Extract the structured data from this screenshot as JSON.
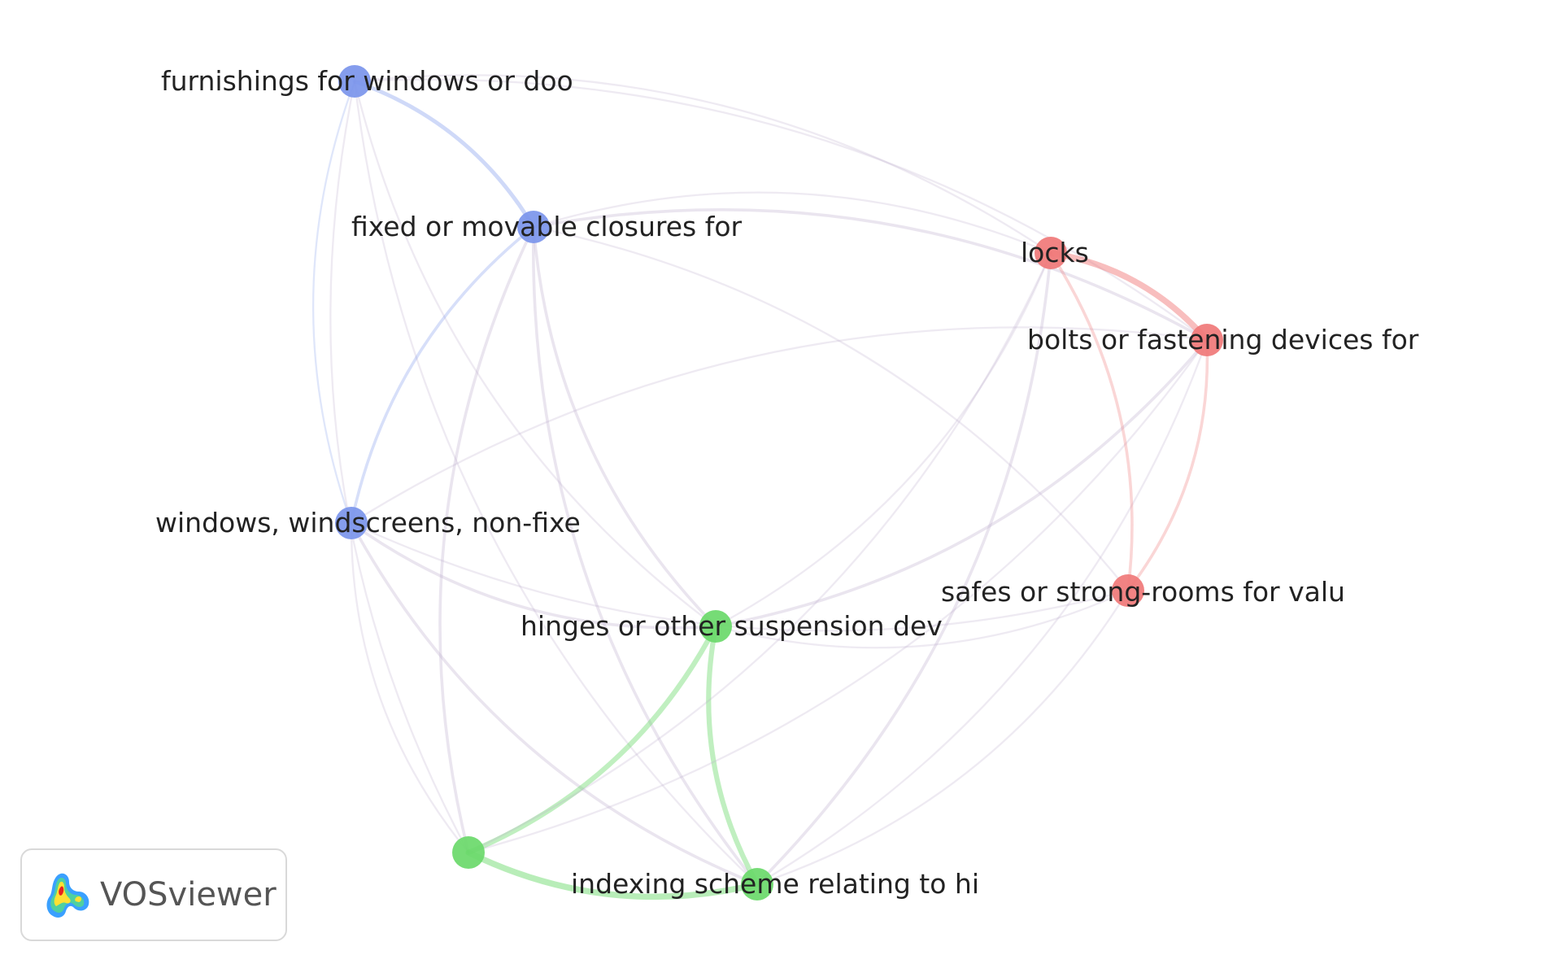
{
  "colors": {
    "blue": "#7b95ec",
    "green": "#6ad96a",
    "red": "#f07878",
    "label": "#222222"
  },
  "nodes": [
    {
      "id": "furnishings",
      "label": "furnishings for windows or doo",
      "cluster": "blue"
    },
    {
      "id": "fixed",
      "label": "fixed or movable closures for",
      "cluster": "blue"
    },
    {
      "id": "windows",
      "label": "windows, windscreens, non-fixe",
      "cluster": "blue"
    },
    {
      "id": "hinges",
      "label": "hinges or other suspension dev",
      "cluster": "green"
    },
    {
      "id": "unlabeled",
      "label": "",
      "cluster": "green"
    },
    {
      "id": "indexing",
      "label": "indexing scheme relating to hi",
      "cluster": "green"
    },
    {
      "id": "locks",
      "label": "locks",
      "cluster": "red"
    },
    {
      "id": "bolts",
      "label": "bolts or fastening devices for",
      "cluster": "red"
    },
    {
      "id": "safes",
      "label": "safes or strong-rooms for valu",
      "cluster": "red"
    }
  ],
  "links": [
    {
      "source": "furnishings",
      "target": "fixed",
      "strength": 3
    },
    {
      "source": "furnishings",
      "target": "windows",
      "strength": 1
    },
    {
      "source": "furnishings",
      "target": "hinges",
      "strength": 1
    },
    {
      "source": "furnishings",
      "target": "indexing",
      "strength": 1
    },
    {
      "source": "furnishings",
      "target": "unlabeled",
      "strength": 1
    },
    {
      "source": "furnishings",
      "target": "bolts",
      "strength": 1
    },
    {
      "source": "furnishings",
      "target": "locks",
      "strength": 1
    },
    {
      "source": "fixed",
      "target": "windows",
      "strength": 2
    },
    {
      "source": "fixed",
      "target": "hinges",
      "strength": 2
    },
    {
      "source": "fixed",
      "target": "indexing",
      "strength": 2
    },
    {
      "source": "fixed",
      "target": "unlabeled",
      "strength": 2
    },
    {
      "source": "fixed",
      "target": "locks",
      "strength": 1
    },
    {
      "source": "fixed",
      "target": "bolts",
      "strength": 2
    },
    {
      "source": "fixed",
      "target": "safes",
      "strength": 1
    },
    {
      "source": "windows",
      "target": "hinges",
      "strength": 2
    },
    {
      "source": "windows",
      "target": "indexing",
      "strength": 2
    },
    {
      "source": "windows",
      "target": "unlabeled",
      "strength": 1
    },
    {
      "source": "windows",
      "target": "bolts",
      "strength": 1
    },
    {
      "source": "windows",
      "target": "safes",
      "strength": 1
    },
    {
      "source": "hinges",
      "target": "unlabeled",
      "strength": 4
    },
    {
      "source": "hinges",
      "target": "indexing",
      "strength": 4
    },
    {
      "source": "hinges",
      "target": "locks",
      "strength": 1
    },
    {
      "source": "hinges",
      "target": "bolts",
      "strength": 2
    },
    {
      "source": "hinges",
      "target": "safes",
      "strength": 1
    },
    {
      "source": "unlabeled",
      "target": "indexing",
      "strength": 5
    },
    {
      "source": "unlabeled",
      "target": "locks",
      "strength": 1
    },
    {
      "source": "unlabeled",
      "target": "bolts",
      "strength": 1
    },
    {
      "source": "indexing",
      "target": "locks",
      "strength": 2
    },
    {
      "source": "indexing",
      "target": "bolts",
      "strength": 1
    },
    {
      "source": "indexing",
      "target": "safes",
      "strength": 1
    },
    {
      "source": "locks",
      "target": "bolts",
      "strength": 5
    },
    {
      "source": "locks",
      "target": "safes",
      "strength": 2
    },
    {
      "source": "bolts",
      "target": "safes",
      "strength": 2
    }
  ],
  "logo": {
    "text": "VOSviewer"
  }
}
